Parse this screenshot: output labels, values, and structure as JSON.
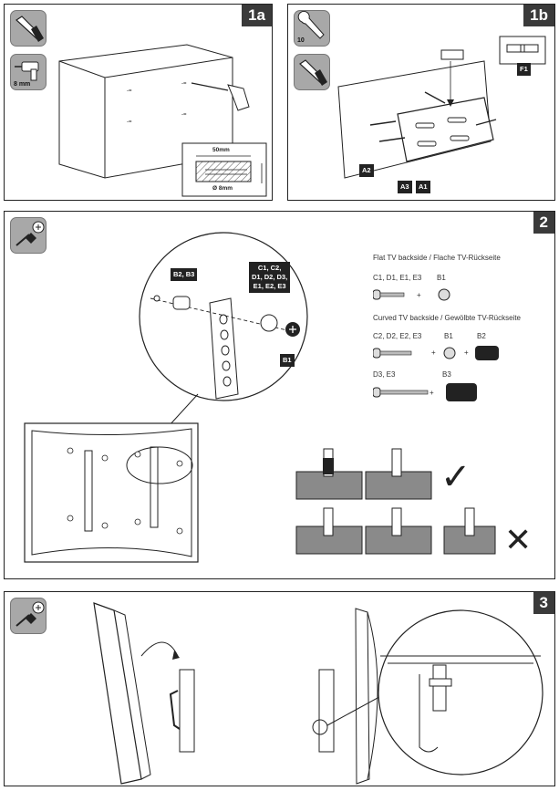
{
  "steps": {
    "s1a": "1a",
    "s1b": "1b",
    "s2": "2",
    "s3": "3"
  },
  "tools": {
    "drill_size": "8 mm",
    "wrench_size": "10"
  },
  "step1a": {
    "dim_width": "50mm",
    "dim_diameter": "Ø 8mm"
  },
  "step1b": {
    "labels": [
      "A2",
      "A3",
      "A1",
      "F1"
    ]
  },
  "step2": {
    "circle_labels": {
      "b2b3": "B2, B3",
      "c_group": "C1, C2,\nD1, D2, D3,\nE1, E2, E3",
      "b1": "B1"
    },
    "flat_heading": "Flat TV backside / Flache TV-Rückseite",
    "flat_screw": "C1, D1, E1, E3",
    "flat_washer": "B1",
    "curved_heading": "Curved TV backside / Gewölbte TV-Rückseite",
    "curved_screw": "C2, D2, E2, E3",
    "curved_washer": "B1",
    "curved_spacer": "B2",
    "curved2_screw": "D3, E3",
    "curved2_spacer": "B3",
    "plus": "+",
    "ok_mark": "✓",
    "bad_mark": "✕"
  },
  "icons": [
    "screwdriver-icon",
    "drill-icon",
    "wrench-icon",
    "phillips-screwdriver-icon",
    "level-icon"
  ]
}
